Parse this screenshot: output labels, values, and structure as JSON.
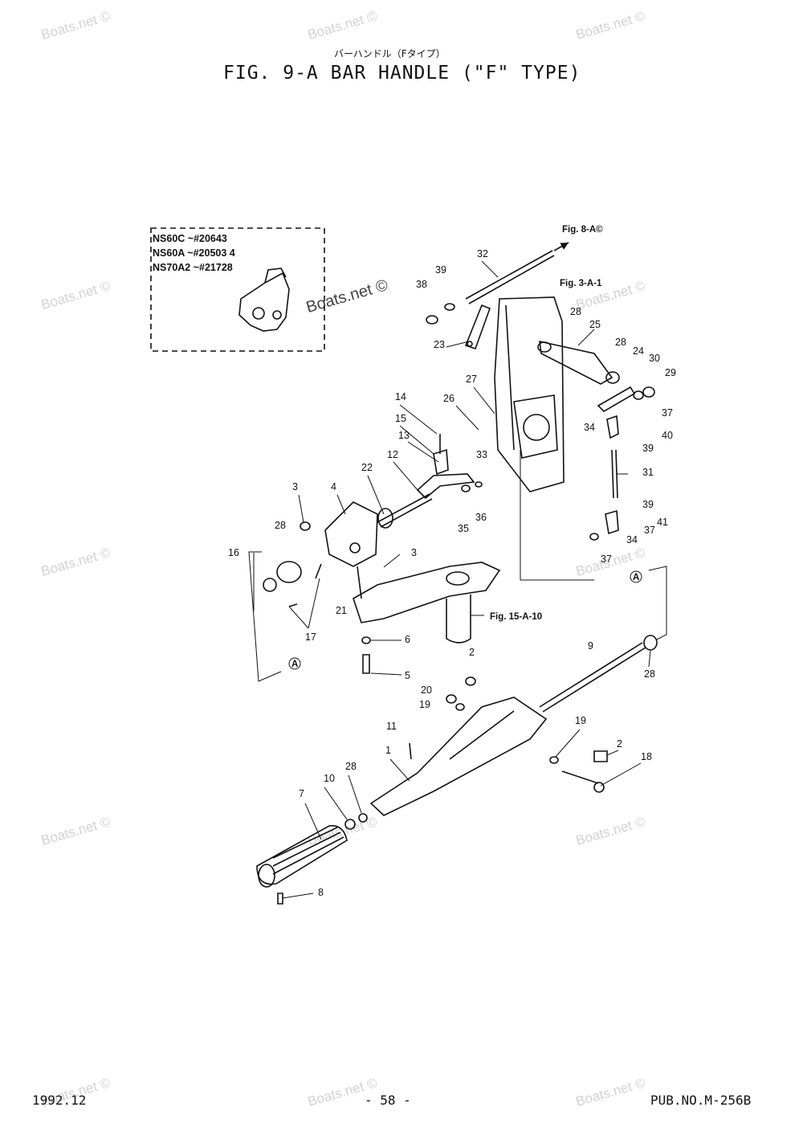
{
  "header": {
    "subtitle": "バーハンドル（Fタイプ）",
    "title": "FIG.  9-A BAR HANDLE (\"F\" TYPE)"
  },
  "watermark": "Boats.net ©",
  "inset": {
    "lines": [
      "NS60C  ~#20643",
      "NS60A  ~#20503 4",
      "NS70A2 ~#21728"
    ]
  },
  "references": {
    "fig_8a": "Fig. 8-A©",
    "fig_3a1": "Fig. 3-A-1",
    "fig_15a10": "Fig. 15-A-10",
    "circle_a": "A"
  },
  "callouts": [
    "1",
    "2",
    "3",
    "4",
    "5",
    "6",
    "7",
    "8",
    "9",
    "10",
    "11",
    "12",
    "13",
    "14",
    "15",
    "16",
    "17",
    "18",
    "19",
    "20",
    "21",
    "22",
    "23",
    "24",
    "25",
    "26",
    "27",
    "28",
    "29",
    "30",
    "31",
    "32",
    "33",
    "34",
    "35",
    "36",
    "37",
    "38",
    "39",
    "40",
    "41"
  ],
  "footer": {
    "date": "1992.12",
    "page": "- 58 -",
    "pub": "PUB.NO.M-256B"
  }
}
